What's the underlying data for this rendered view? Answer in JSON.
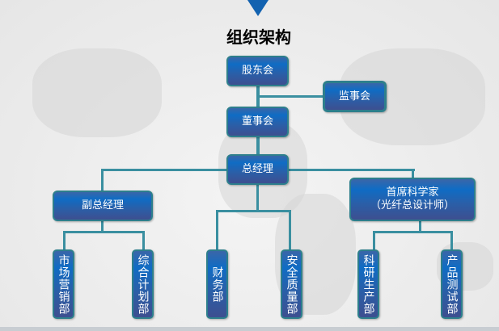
{
  "title": "组织架构",
  "nodes": {
    "shareholders": "股东会",
    "supervisors": "监事会",
    "board": "董事会",
    "gm": "总经理",
    "deputy_gm": "副总经理",
    "chief_scientist_line1": "首席科学家",
    "chief_scientist_line2": "（光纤总设计师）",
    "marketing": "市场营销部",
    "planning": "综合计划部",
    "finance": "财务部",
    "quality": "安全质量部",
    "rnd": "科研生产部",
    "testing": "产品测试部"
  },
  "colors": {
    "line": "#3a8fa0",
    "box": "#1f64b4",
    "accent": "#1262b0"
  }
}
